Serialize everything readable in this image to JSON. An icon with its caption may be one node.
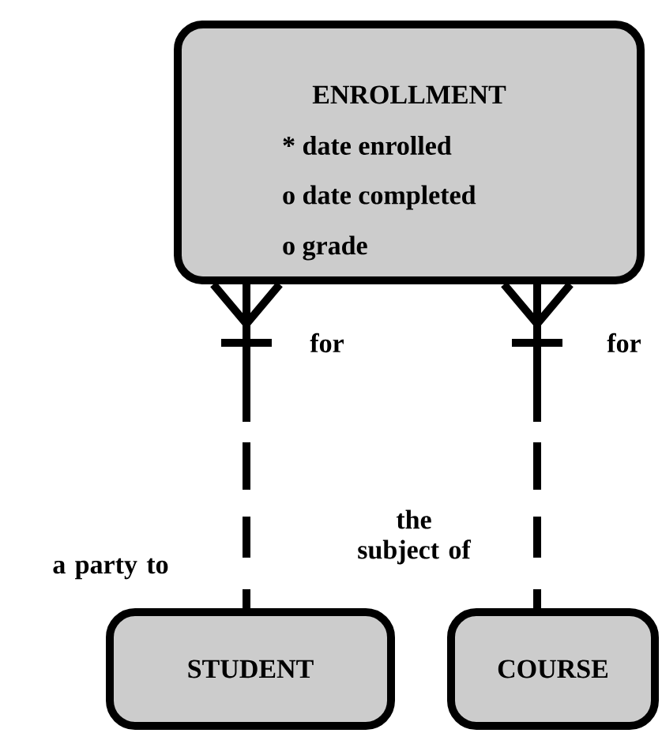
{
  "diagram": {
    "nodes": [
      {
        "text": [
          "ENROLLMENT",
          "* date enrolled",
          "o date completed",
          "o grade"
        ]
      },
      {
        "text": [
          "STUDENT"
        ]
      },
      {
        "text": [
          "COURSE"
        ]
      }
    ],
    "edges": [
      {
        "from": 0,
        "to": 1,
        "arrow": "other",
        "style": "dashed",
        "label": "for"
      },
      {
        "from": 0,
        "to": 2,
        "arrow": "other",
        "style": "dashed",
        "label": "for"
      }
    ],
    "labels": [
      "a party to",
      "the subject of"
    ]
  }
}
